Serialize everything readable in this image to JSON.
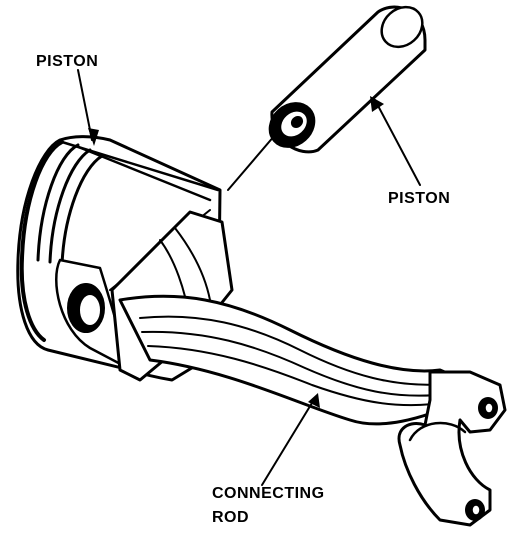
{
  "labels": {
    "piston_top": "PISTON",
    "piston_right": "PISTON",
    "connecting_rod_line1": "CONNECTING",
    "connecting_rod_line2": "ROD"
  },
  "colors": {
    "ink": "#000000",
    "background": "#ffffff"
  }
}
